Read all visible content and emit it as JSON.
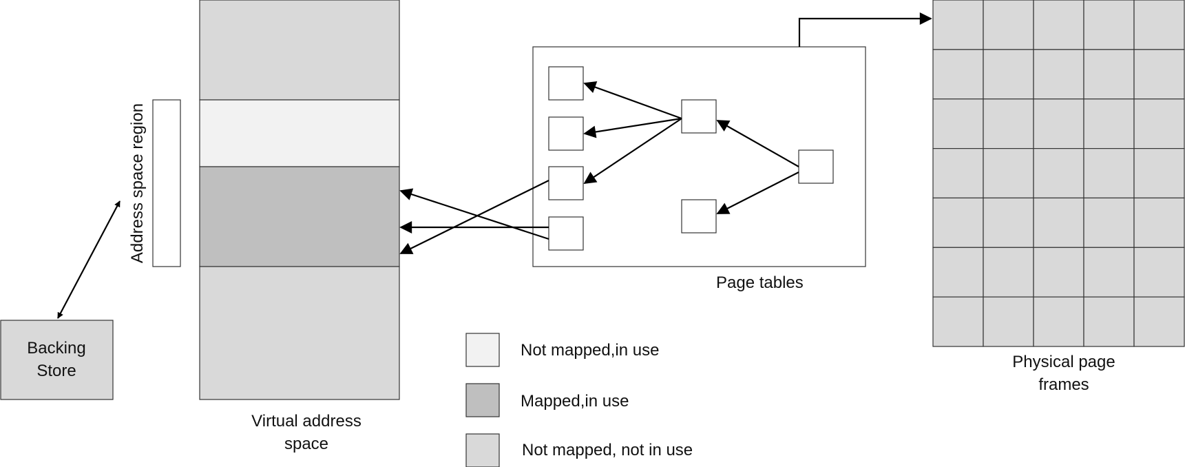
{
  "labels": {
    "backing_store_line1": "Backing",
    "backing_store_line2": "Store",
    "region": "Address space region",
    "virtual_line1": "Virtual address",
    "virtual_line2": "space",
    "page_tables": "Page tables",
    "physical_line1": "Physical page",
    "physical_line2": "frames"
  },
  "legend": [
    {
      "label": "Not mapped,in use",
      "color": "#f2f2f2"
    },
    {
      "label": "Mapped,in use",
      "color": "#bfbfbf"
    },
    {
      "label": "Not mapped, not in use",
      "color": "#d9d9d9"
    }
  ],
  "colors": {
    "not_mapped_in_use": "#f2f2f2",
    "mapped_in_use": "#bfbfbf",
    "not_mapped_not_in_use": "#d9d9d9",
    "backing_store": "#d9d9d9",
    "physical_frames": "#d9d9d9"
  },
  "physical_grid": {
    "rows": 7,
    "cols": 5
  }
}
